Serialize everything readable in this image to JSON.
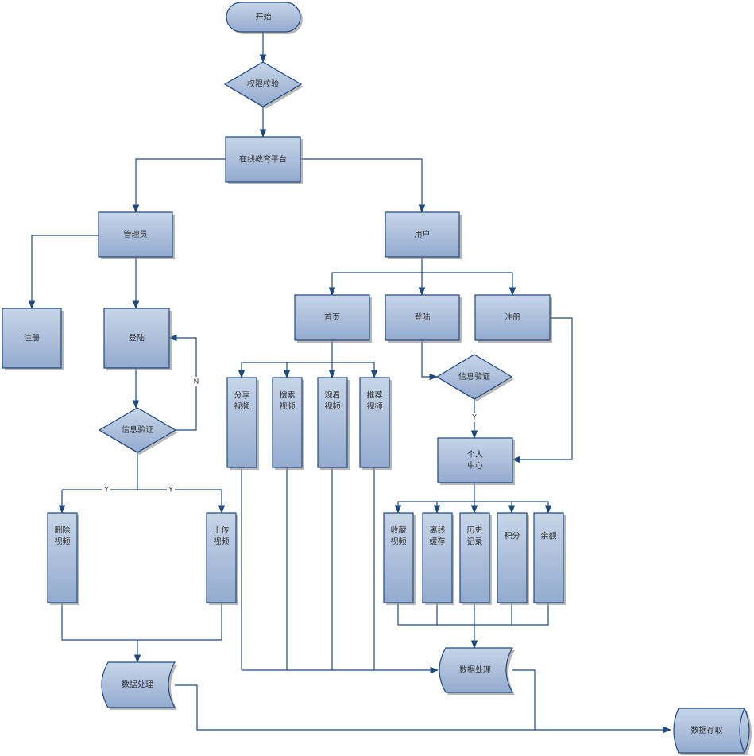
{
  "nodes": {
    "start": [
      "开始"
    ],
    "perm_check": [
      "权限校验"
    ],
    "platform": [
      "在线教育平台"
    ],
    "admin": [
      "管理员"
    ],
    "user": [
      "用户"
    ],
    "admin_register": [
      "注册"
    ],
    "admin_login": [
      "登陆"
    ],
    "admin_verify": [
      "信息验证"
    ],
    "delete_video": [
      "删除",
      "视频"
    ],
    "upload_video": [
      "上传",
      "视频"
    ],
    "admin_data_proc": [
      "数据处理"
    ],
    "home": [
      "首页"
    ],
    "user_login": [
      "登陆"
    ],
    "user_register": [
      "注册"
    ],
    "share_video": [
      "分享",
      "视频"
    ],
    "search_video": [
      "搜索",
      "视频"
    ],
    "watch_video": [
      "观看",
      "视频"
    ],
    "recommend_video": [
      "推荐",
      "视频"
    ],
    "user_verify": [
      "信息验证"
    ],
    "personal_center": [
      "个人",
      "中心"
    ],
    "favorite_video": [
      "收藏",
      "视频"
    ],
    "offline_cache": [
      "离线",
      "缓存"
    ],
    "history": [
      "历史",
      "记录"
    ],
    "points": [
      "积分"
    ],
    "balance": [
      "余额"
    ],
    "user_data_proc": [
      "数据处理"
    ],
    "data_access": [
      "数据存取"
    ]
  },
  "edge_labels": {
    "admin_verify_no": "N",
    "admin_verify_yes_left": "Y",
    "admin_verify_yes_right": "Y",
    "user_verify_yes": "Y"
  },
  "colors": {
    "stroke": "#1f4a7e",
    "fill_top": "#c7d5e8",
    "fill_bottom": "#94abcf"
  }
}
